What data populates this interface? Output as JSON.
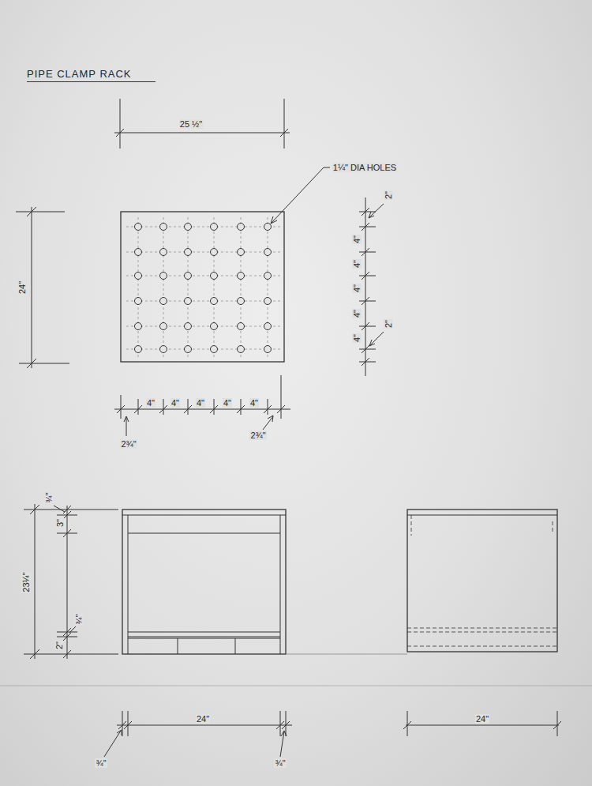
{
  "diagram": {
    "title": "PIPE CLAMP RACK",
    "labels": [
      "25 ½\"",
      "1¼\" DIA HOLES",
      "24\"",
      "2\"",
      "4\"",
      "4\"",
      "4\"",
      "4\"",
      "4\"",
      "2\"",
      "2¾\"",
      "4\"",
      "4\"",
      "4\"",
      "4\"",
      "4\"",
      "2¾\"",
      "¾\"",
      "3\"",
      "23¼\"",
      "¾\"",
      "2\"",
      "24\"",
      "¾\"",
      "¾\"",
      "24\""
    ]
  }
}
